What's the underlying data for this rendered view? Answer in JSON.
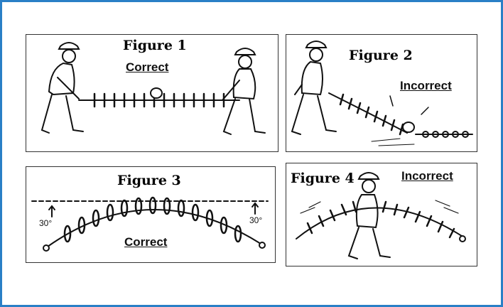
{
  "panels": [
    {
      "title": "Figure 1",
      "label": "Correct"
    },
    {
      "title": "Figure 2",
      "label": "Incorrect"
    },
    {
      "title": "Figure 3",
      "label": "Correct",
      "angle_left": "30°",
      "angle_right": "30°"
    },
    {
      "title": "Figure 4",
      "label": "Incorrect"
    }
  ],
  "colors": {
    "frame_border": "#2a7fc6",
    "ink": "#111111"
  },
  "icons": [
    "worker-with-hardhat",
    "insulator-string"
  ]
}
